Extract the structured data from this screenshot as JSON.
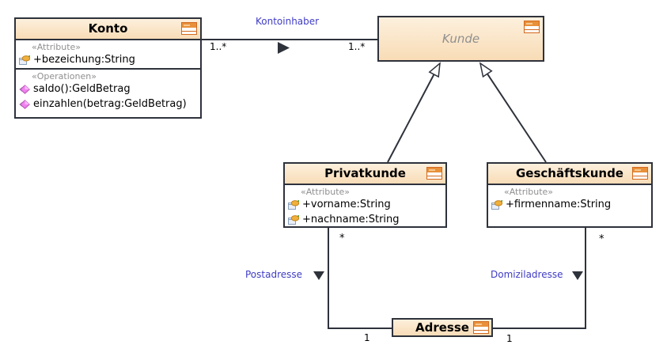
{
  "colors": {
    "box_border": "#2e323b",
    "line": "#2e323b",
    "header_fill_top": "#fdf0dd",
    "header_fill_bottom": "#f8dcb6",
    "association_label_blue": "#3f3cc6",
    "stereotype_gray": "#8f8f8f"
  },
  "classes": {
    "konto": {
      "name": "Konto",
      "attr_stereotype": "«Attribute»",
      "attributes": [
        "+bezeichung:String"
      ],
      "op_stereotype": "«Operationen»",
      "operations": [
        "saldo():GeldBetrag",
        "einzahlen(betrag:GeldBetrag)"
      ]
    },
    "kunde": {
      "name": "Kunde"
    },
    "privatkunde": {
      "name": "Privatkunde",
      "attr_stereotype": "«Attribute»",
      "attributes": [
        "+vorname:String",
        "+nachname:String"
      ]
    },
    "geschaeftskunde": {
      "name": "Geschäftskunde",
      "attr_stereotype": "«Attribute»",
      "attributes": [
        "+firmenname:String"
      ]
    },
    "adresse": {
      "name": "Adresse"
    }
  },
  "associations": {
    "kontoinhaber": {
      "label": "Kontoinhaber",
      "mult_konto": "1..*",
      "mult_kunde": "1..*"
    },
    "postadresse": {
      "label": "Postadresse",
      "mult_privatkunde": "*",
      "mult_adresse": "1"
    },
    "domiziladresse": {
      "label": "Domiziladresse",
      "mult_geschaeftskunde": "*",
      "mult_adresse": "1"
    }
  }
}
